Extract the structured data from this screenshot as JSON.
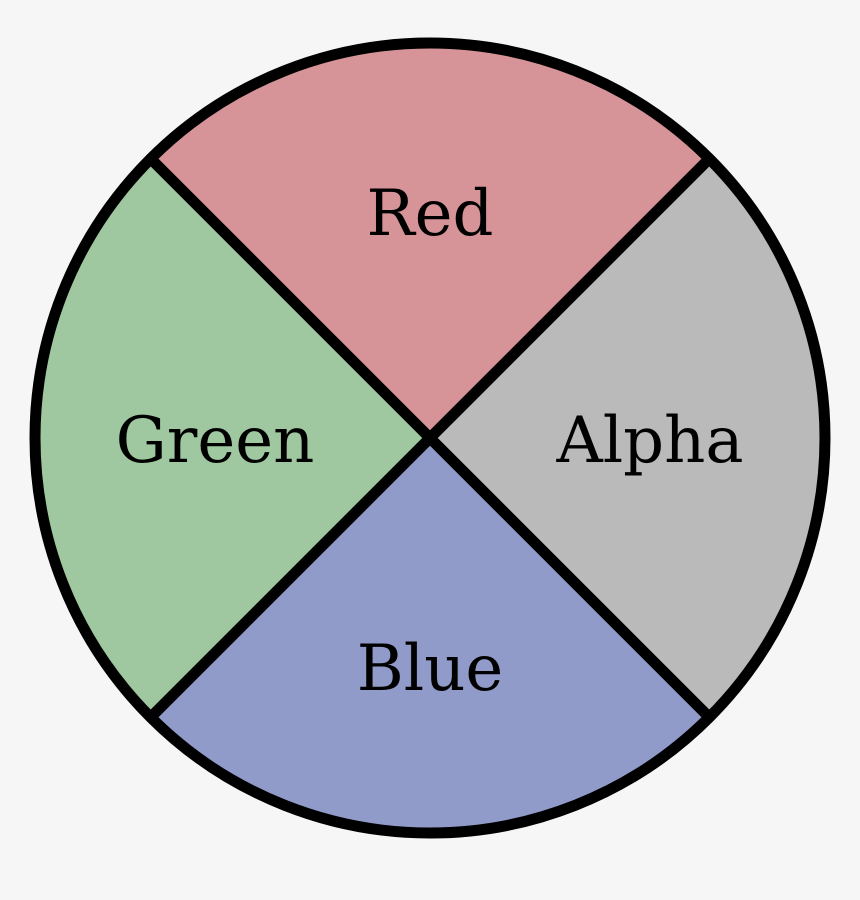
{
  "diagram": {
    "segments": [
      {
        "id": "top",
        "label": "Red",
        "color": "#d79498"
      },
      {
        "id": "left",
        "label": "Green",
        "color": "#a0c8a0"
      },
      {
        "id": "right",
        "label": "Alpha",
        "color": "#bababa"
      },
      {
        "id": "bottom",
        "label": "Blue",
        "color": "#919bc9"
      }
    ],
    "outline_color": "#000000",
    "background_color": "#f6f6f6"
  }
}
